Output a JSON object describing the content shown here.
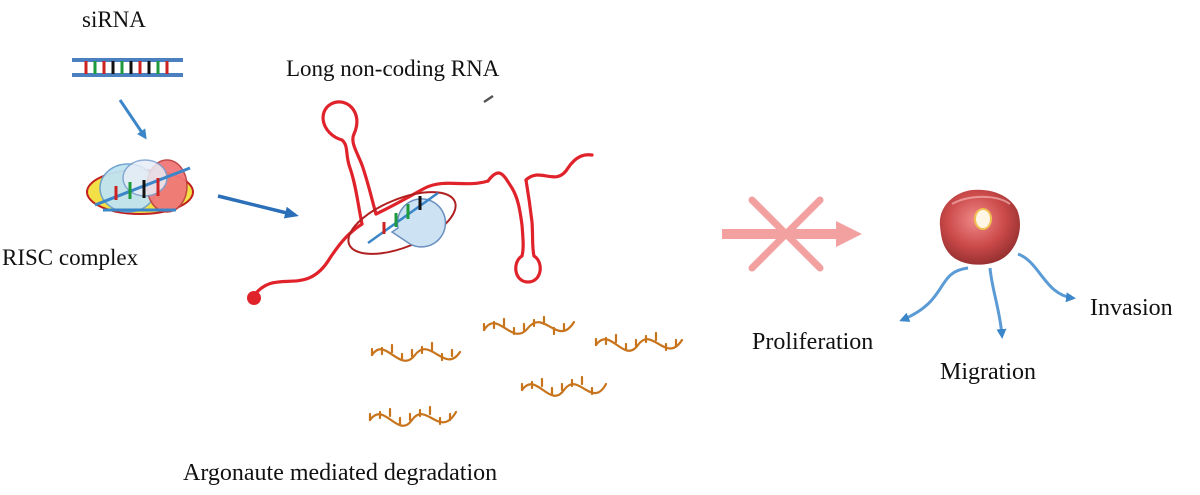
{
  "labels": {
    "sirna": "siRNA",
    "lncrna": "Long non-coding RNA",
    "risc": "RISC complex",
    "degradation": "Argonaute mediated degradation",
    "proliferation": "Proliferation",
    "migration": "Migration",
    "invasion": "Invasion"
  },
  "colors": {
    "rna_strand": "#e0232b",
    "arrow_blue": "#3a86c8",
    "inhibit_pink": "#f2a0a0",
    "fragment_orange": "#c8741c",
    "risc_yellow": "#f2e046",
    "risc_cyan": "#bfe4f2",
    "risc_pink": "#f07878",
    "cell_red": "#c94040"
  },
  "icons": [
    "sirna-duplex-icon",
    "risc-complex-icon",
    "lncrna-strand-icon",
    "rna-fragment-icon",
    "inhibition-cross-icon",
    "cancer-cell-icon"
  ]
}
